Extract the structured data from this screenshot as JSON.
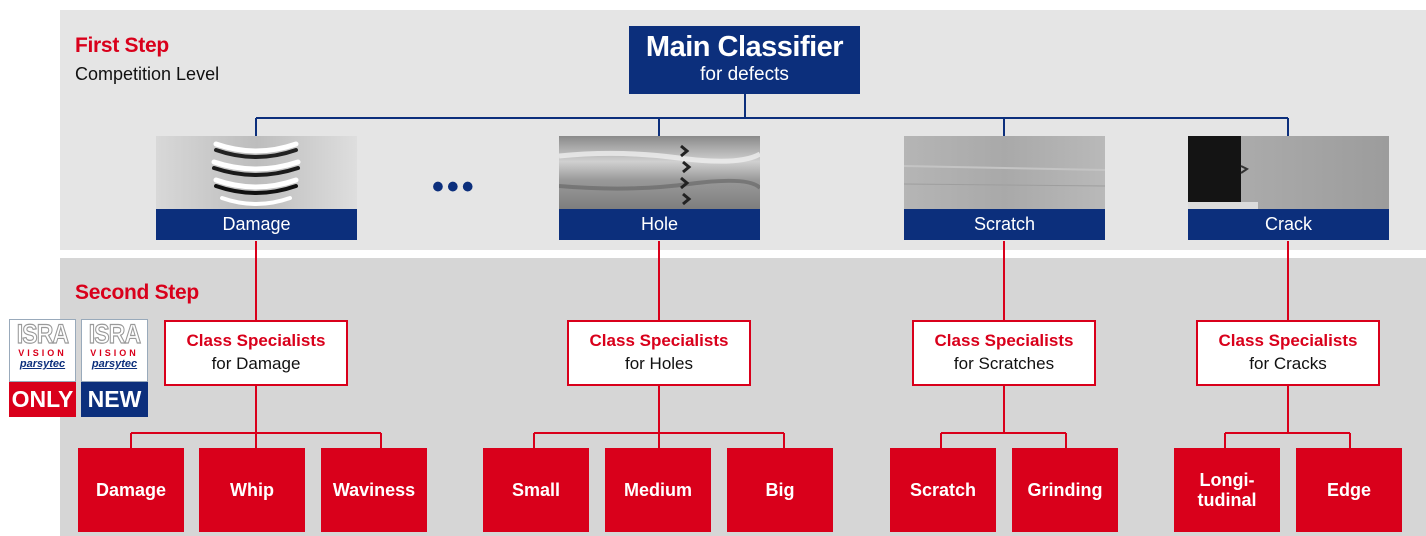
{
  "first_step": {
    "title": "First Step",
    "subtitle": "Competition Level"
  },
  "second_step": {
    "title": "Second Step"
  },
  "main_classifier": {
    "title": "Main Classifier",
    "subtitle": "for defects"
  },
  "ellipsis": "•••",
  "defects": [
    {
      "label": "Damage"
    },
    {
      "label": "Hole"
    },
    {
      "label": "Scratch"
    },
    {
      "label": "Crack"
    }
  ],
  "specialists": [
    {
      "title": "Class Specialists",
      "subtitle": "for Damage"
    },
    {
      "title": "Class Specialists",
      "subtitle": "for Holes"
    },
    {
      "title": "Class Specialists",
      "subtitle": "for Scratches"
    },
    {
      "title": "Class Specialists",
      "subtitle": "for Cracks"
    }
  ],
  "leaves": {
    "damage": [
      "Damage",
      "Whip",
      "Waviness"
    ],
    "holes": [
      "Small",
      "Medium",
      "Big"
    ],
    "scratches": [
      "Scratch",
      "Grinding"
    ],
    "cracks": [
      "Longi-\ntudinal",
      "Edge"
    ]
  },
  "badges": [
    {
      "brand": "ISRA",
      "line2": "VISION",
      "line3": "parsytec",
      "tag": "ONLY",
      "tag_color": "#d9001b"
    },
    {
      "brand": "ISRA",
      "line2": "VISION",
      "line3": "parsytec",
      "tag": "NEW",
      "tag_color": "#0c2f7c"
    }
  ],
  "colors": {
    "navy": "#0c2f7c",
    "red": "#d9001b",
    "panel_light": "#e5e5e5",
    "panel_dark": "#d6d6d6"
  }
}
